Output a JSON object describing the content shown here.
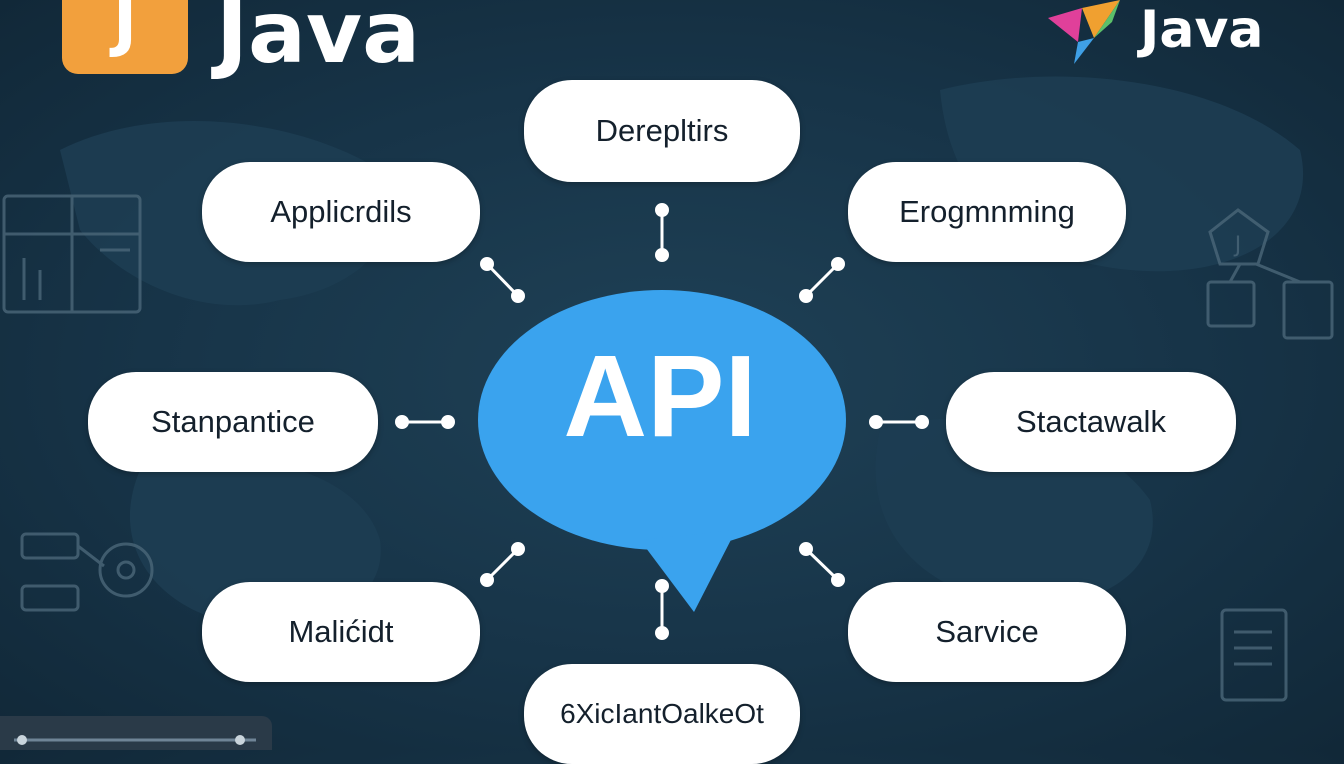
{
  "brand": {
    "left_logo_letter": "J",
    "left_word": "Java",
    "right_word": "Java"
  },
  "center": {
    "label": "API",
    "bubble_color": "#3aa3ee"
  },
  "nodes": [
    {
      "id": "top",
      "label": "Derepltirs"
    },
    {
      "id": "upper-left",
      "label": "Applicrdils"
    },
    {
      "id": "upper-right",
      "label": "Erogmnming"
    },
    {
      "id": "left",
      "label": "Stanpantice"
    },
    {
      "id": "right",
      "label": "Stactawalk"
    },
    {
      "id": "lower-left",
      "label": "Malićidt"
    },
    {
      "id": "lower-right",
      "label": "Sarvice"
    },
    {
      "id": "bottom",
      "label": "6XicIantOalkeOt"
    }
  ],
  "colors": {
    "background": "#173448",
    "pill": "#ffffff",
    "pill_text": "#14202c",
    "connector": "#ffffff",
    "logo_orange": "#f2a03d"
  }
}
